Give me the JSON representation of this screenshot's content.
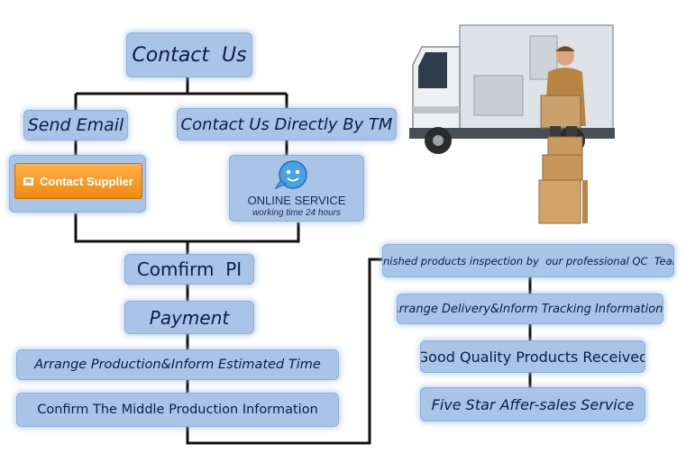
{
  "flow": {
    "contact_us": "Contact  Us",
    "send_email": "Send Email",
    "contact_directly": "Contact Us Directly By TM",
    "contact_supplier": "Contact Supplier",
    "online_service": "ONLINE SERVICE",
    "working_time": "working time 24 hours",
    "confirm_pi": "Comfirm  PI",
    "payment": "Payment",
    "arrange_production": "Arrange Production&Inform Estimated Time",
    "confirm_middle": "Confirm The Middle Production Information",
    "inspection": "Finished products inspection by  our professional QC  Team",
    "arrange_delivery": "Arrange Delivery&Inform Tracking Informations",
    "quality_received": "Good Quality Products Received",
    "after_sales": "Five Star Affer-sales Service"
  },
  "icons": {
    "mail": "envelope-icon",
    "online": "chat-bubble-icon",
    "illustration": "delivery-truck-icon"
  },
  "colors": {
    "box_fill": "#a9c4e6",
    "box_text": "#0c1c4a",
    "connector": "#111111",
    "supplier_button": "#f08a10"
  }
}
